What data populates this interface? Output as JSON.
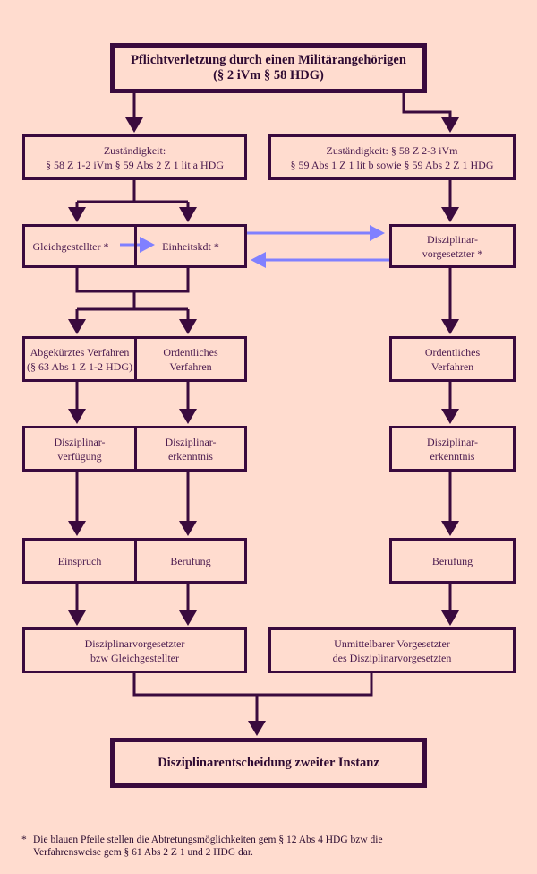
{
  "colors": {
    "background": "#FFDCCF",
    "box_border": "#3A0A3E",
    "flow_arrow": "#3A0A3E",
    "delegation_arrow": "#8080FF",
    "text": "#4A1A4E"
  },
  "nodes": {
    "start": "Pflichtverletzung durch einen Militärangehörigen\n(§ 2 iVm § 58 HDG)",
    "competence_left": "Zuständigkeit:\n§ 58 Z 1-2 iVm § 59 Abs 2 Z 1 lit a HDG",
    "competence_right": "Zuständigkeit: § 58 Z 2-3 iVm\n§ 59 Abs 1 Z 1 lit b sowie § 59 Abs 2 Z 1 HDG",
    "gleichgestellter": "Gleichgestellter *",
    "einheitskdt": "Einheitskdt *",
    "disziplinarvorgesetzter": "Disziplinar-\nvorgesetzter *",
    "abgekuerztes_verfahren": "Abgekürztes Verfahren\n(§ 63 Abs 1 Z 1-2 HDG)",
    "ordentliches_verfahren_left": "Ordentliches\nVerfahren",
    "ordentliches_verfahren_right": "Ordentliches\nVerfahren",
    "disziplinarverfuegung": "Disziplinar-\nverfügung",
    "disziplinarerkenntnis_left": "Disziplinar-\nerkenntnis",
    "disziplinarerkenntnis_right": "Disziplinar-\nerkenntnis",
    "einspruch": "Einspruch",
    "berufung_left": "Berufung",
    "berufung_right": "Berufung",
    "second_instance_left": "Disziplinarvorgesetzter\nbzw Gleichgestellter",
    "second_instance_right": "Unmittelbarer Vorgesetzter\ndes Disziplinarvorgesetzten",
    "final": "Disziplinarentscheidung zweiter Instanz"
  },
  "edges": [
    {
      "from": "start",
      "to": "competence_left",
      "type": "flow"
    },
    {
      "from": "start",
      "to": "competence_right",
      "type": "flow"
    },
    {
      "from": "competence_left",
      "to": "gleichgestellter",
      "type": "flow"
    },
    {
      "from": "competence_left",
      "to": "einheitskdt",
      "type": "flow"
    },
    {
      "from": "competence_right",
      "to": "disziplinarvorgesetzter",
      "type": "flow"
    },
    {
      "from": "gleichgestellter",
      "to": "einheitskdt",
      "type": "delegation"
    },
    {
      "from": "einheitskdt",
      "to": "disziplinarvorgesetzter",
      "type": "delegation"
    },
    {
      "from": "disziplinarvorgesetzter",
      "to": "einheitskdt",
      "type": "delegation"
    },
    {
      "from": "gleichgestellter+einheitskdt",
      "to": "abgekuerztes_verfahren",
      "type": "flow"
    },
    {
      "from": "gleichgestellter+einheitskdt",
      "to": "ordentliches_verfahren_left",
      "type": "flow"
    },
    {
      "from": "disziplinarvorgesetzter",
      "to": "ordentliches_verfahren_right",
      "type": "flow"
    },
    {
      "from": "abgekuerztes_verfahren",
      "to": "disziplinarverfuegung",
      "type": "flow"
    },
    {
      "from": "ordentliches_verfahren_left",
      "to": "disziplinarerkenntnis_left",
      "type": "flow"
    },
    {
      "from": "ordentliches_verfahren_right",
      "to": "disziplinarerkenntnis_right",
      "type": "flow"
    },
    {
      "from": "disziplinarverfuegung",
      "to": "einspruch",
      "type": "flow"
    },
    {
      "from": "disziplinarerkenntnis_left",
      "to": "berufung_left",
      "type": "flow"
    },
    {
      "from": "disziplinarerkenntnis_right",
      "to": "berufung_right",
      "type": "flow"
    },
    {
      "from": "einspruch",
      "to": "second_instance_left",
      "type": "flow"
    },
    {
      "from": "berufung_left",
      "to": "second_instance_left",
      "type": "flow"
    },
    {
      "from": "berufung_right",
      "to": "second_instance_right",
      "type": "flow"
    },
    {
      "from": "second_instance_left+second_instance_right",
      "to": "final",
      "type": "flow"
    }
  ],
  "footnote": {
    "marker": "*",
    "text": "Die blauen Pfeile stellen die Abtretungsmöglichkeiten gem § 12 Abs 4 HDG bzw die Verfahrensweise gem § 61 Abs 2 Z 1 und 2 HDG dar."
  }
}
